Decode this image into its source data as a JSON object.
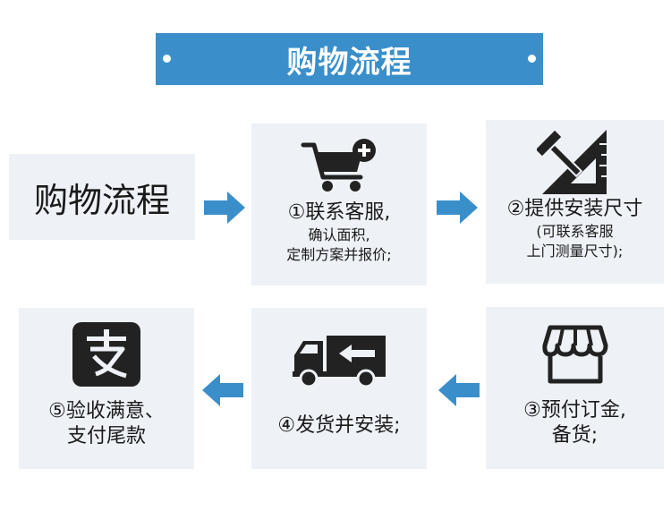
{
  "header": {
    "title": "购物流程"
  },
  "start": {
    "label": "购物流程"
  },
  "steps": [
    {
      "title": "①联系客服,",
      "lines": [
        "确认面积,",
        "定制方案并报价;"
      ],
      "icon": "shopping-cart-add-icon"
    },
    {
      "title": "②提供安装尺寸",
      "lines": [
        "(可联系客服",
        "上门测量尺寸);"
      ],
      "icon": "ruler-hammer-icon"
    },
    {
      "title": "③预付订金,",
      "lines": [
        "备货;"
      ],
      "icon": "shop-awning-icon"
    },
    {
      "title": "④发货并安装;",
      "lines": [],
      "icon": "delivery-truck-icon"
    },
    {
      "title": "⑤验收满意、",
      "lines": [
        "支付尾款"
      ],
      "icon": "alipay-icon"
    }
  ],
  "colors": {
    "banner": "#3a8fcb",
    "card": "#eef2f7",
    "arrow": "#3a8fcb",
    "icon": "#222222"
  }
}
